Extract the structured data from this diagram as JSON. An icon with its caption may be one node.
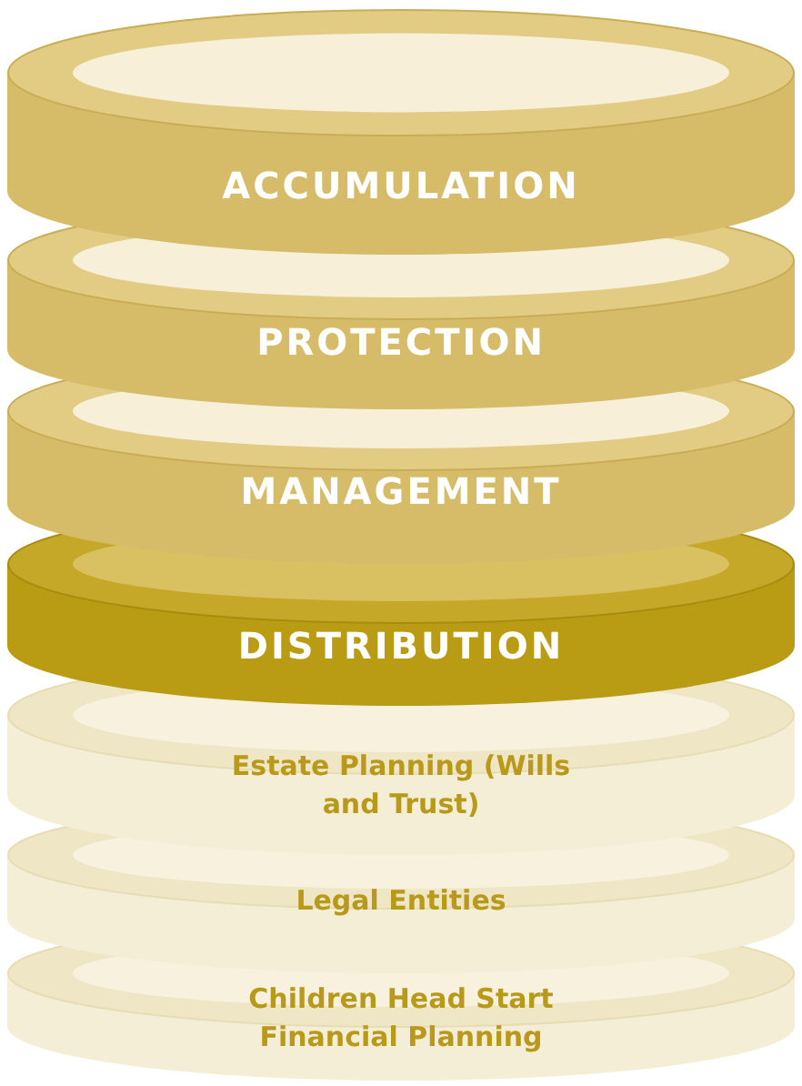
{
  "diagram": {
    "nodes": [
      {
        "text": [
          "ACCUMULATION"
        ]
      },
      {
        "text": [
          "PROTECTION"
        ]
      },
      {
        "text": [
          "MANAGEMENT"
        ]
      },
      {
        "text": [
          "DISTRIBUTION"
        ]
      },
      {
        "text": [
          "Estate Planning (Wills and Trust)"
        ]
      },
      {
        "text": [
          "Legal Entities"
        ]
      },
      {
        "text": [
          "Children Head Start Financial Planning"
        ]
      }
    ],
    "edges": []
  }
}
